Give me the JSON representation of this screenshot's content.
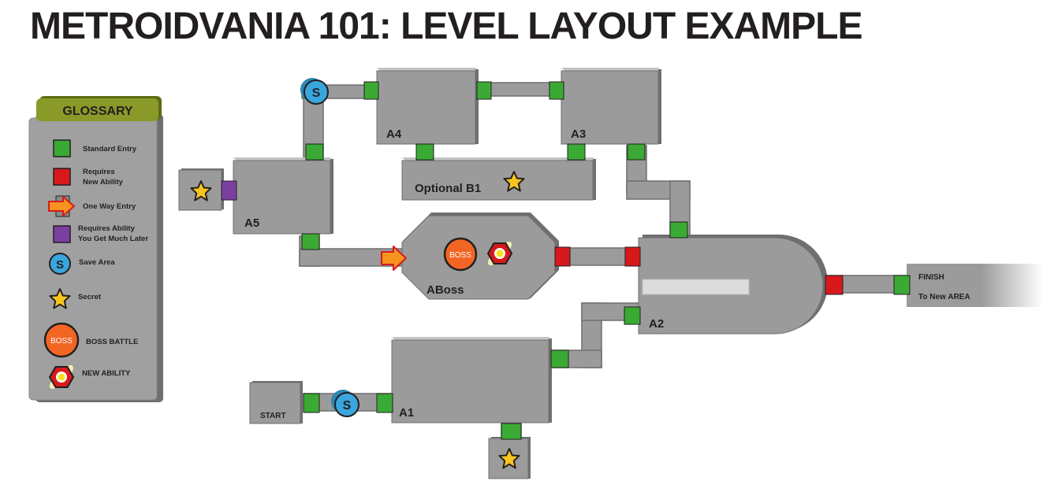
{
  "title": "METROIDVANIA 101: LEVEL LAYOUT EXAMPLE",
  "glossary": {
    "heading": "GLOSSARY",
    "items": [
      {
        "icon": "green-square-icon",
        "label1": "Standard Entry",
        "label2": ""
      },
      {
        "icon": "red-square-icon",
        "label1": "Requires",
        "label2": "New Ability"
      },
      {
        "icon": "one-way-arrow-icon",
        "label1": "One Way Entry",
        "label2": ""
      },
      {
        "icon": "purple-square-icon",
        "label1": "Requires Ability",
        "label2": "You Get Much Later"
      },
      {
        "icon": "save-circle-icon",
        "label1": "Save Area",
        "label2": ""
      },
      {
        "icon": "star-icon",
        "label1": "Secret",
        "label2": ""
      },
      {
        "icon": "boss-circle-icon",
        "label1": "BOSS BATTLE",
        "label2": ""
      },
      {
        "icon": "new-ability-icon",
        "label1": "NEW ABILITY",
        "label2": ""
      }
    ]
  },
  "rooms": {
    "a1": "A1",
    "a2": "A2",
    "a3": "A3",
    "a4": "A4",
    "a5": "A5",
    "boss": "ABoss",
    "optional": "Optional B1",
    "start": "START",
    "finish": "FINISH",
    "new_area": "To New AREA"
  },
  "icons": {
    "save": "S",
    "boss": "BOSS"
  },
  "colors": {
    "room": "#9b9b9b",
    "room_top": "#c4c4c4",
    "room_side": "#6f6f6f",
    "standard_entry": "#3aaa35",
    "requires_ability": "#d7191c",
    "much_later": "#7b3fa0",
    "save": "#3aa6dd",
    "secret": "#f7c51e",
    "boss": "#f26522",
    "glossary_header": "#8a9a28"
  }
}
